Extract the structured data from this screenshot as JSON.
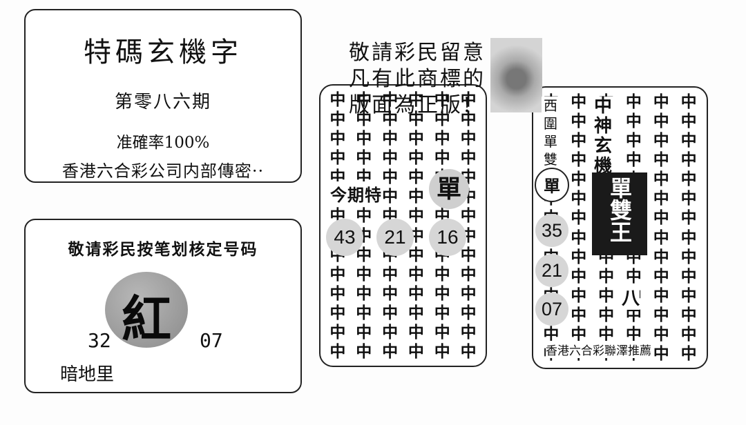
{
  "title_box": {
    "title": "特碼玄機字",
    "issue": "第零八六期",
    "accuracy": "准確率100%",
    "company": "香港六合彩公司内部傳密··"
  },
  "red_box": {
    "instruction": "敬请彩民按笔划核定号码",
    "big_char": "紅",
    "num_left": "32",
    "num_right": "07",
    "footer": "暗地里"
  },
  "notice": {
    "line1": "敬請彩民留意",
    "line2": "凡有此商標的",
    "line3": "版面為正版!"
  },
  "middle_card": {
    "grid_char": "中",
    "label": "今期特",
    "single": "單",
    "numbers": [
      "43",
      "21",
      "16"
    ]
  },
  "right_card": {
    "grid_char": "中",
    "vertical_left": "西圍單雙",
    "vertical_trademark": "中神玄機",
    "single": "單",
    "box_text": "單雙王",
    "numbers": [
      "35",
      "21",
      "07"
    ],
    "extra_char": "八",
    "footer": "香港六合彩聯澤推薦"
  }
}
